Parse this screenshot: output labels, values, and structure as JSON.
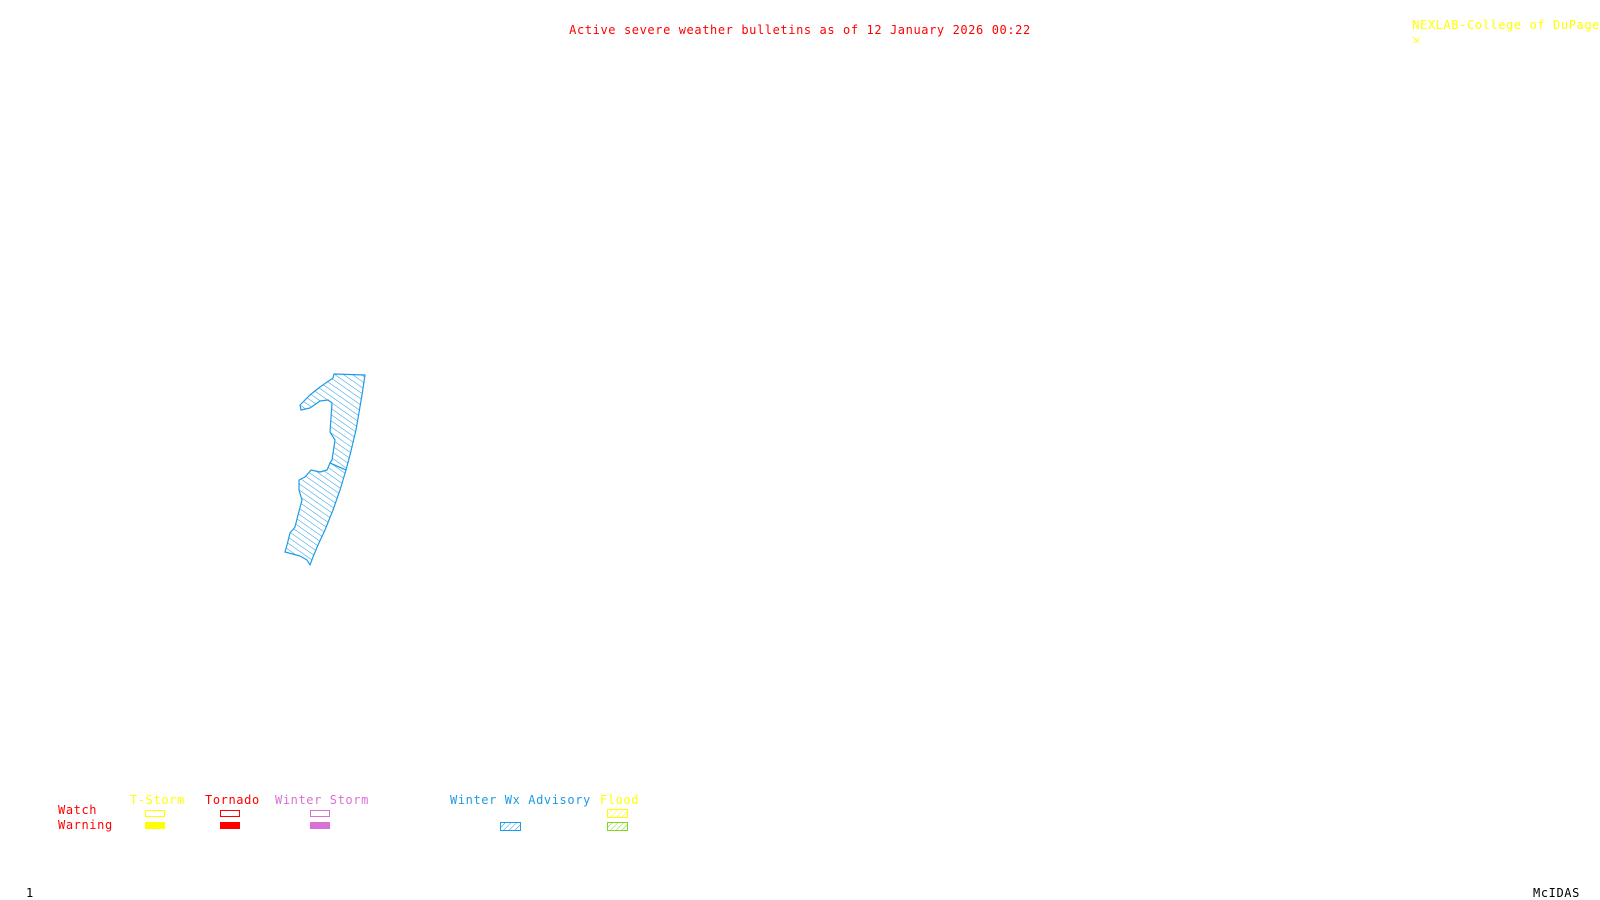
{
  "header": {
    "title": "Active severe weather bulletins as of 12 January 2026 00:22",
    "title_color": "#ff0000",
    "credit": "NEXLAB-College of DuPage",
    "credit_color": "#ffff00",
    "credit_icon": "nexlab-logo-icon"
  },
  "map": {
    "active_bulletins": [
      {
        "type": "Winter Wx Advisory",
        "color": "#1e9be6",
        "fill": "hatched"
      }
    ]
  },
  "legend": {
    "row_labels": {
      "watch": "Watch",
      "warning": "Warning",
      "color": "#ff0000"
    },
    "categories": [
      {
        "label": "T-Storm",
        "color": "#ffff00",
        "watch": "outline",
        "warning": "solid",
        "warning_color": "#ffff00"
      },
      {
        "label": "Tornado",
        "color": "#ff0000",
        "watch": "outline",
        "warning": "solid",
        "warning_color": "#ff0000"
      },
      {
        "label": "Winter Storm",
        "color": "#da70d6",
        "watch": "outline",
        "warning": "solid",
        "warning_color": "#da70d6"
      },
      {
        "label": "Winter Wx Advisory",
        "color": "#1e9be6",
        "watch": "none",
        "warning": "hatched",
        "warning_color": "#1e9be6"
      },
      {
        "label": "Flood",
        "color": "#ffff00",
        "watch": "hatched",
        "warning": "hatched",
        "warning_color": "#7fd61e"
      }
    ]
  },
  "footer": {
    "frame_number": "1",
    "software": "McIDAS"
  }
}
